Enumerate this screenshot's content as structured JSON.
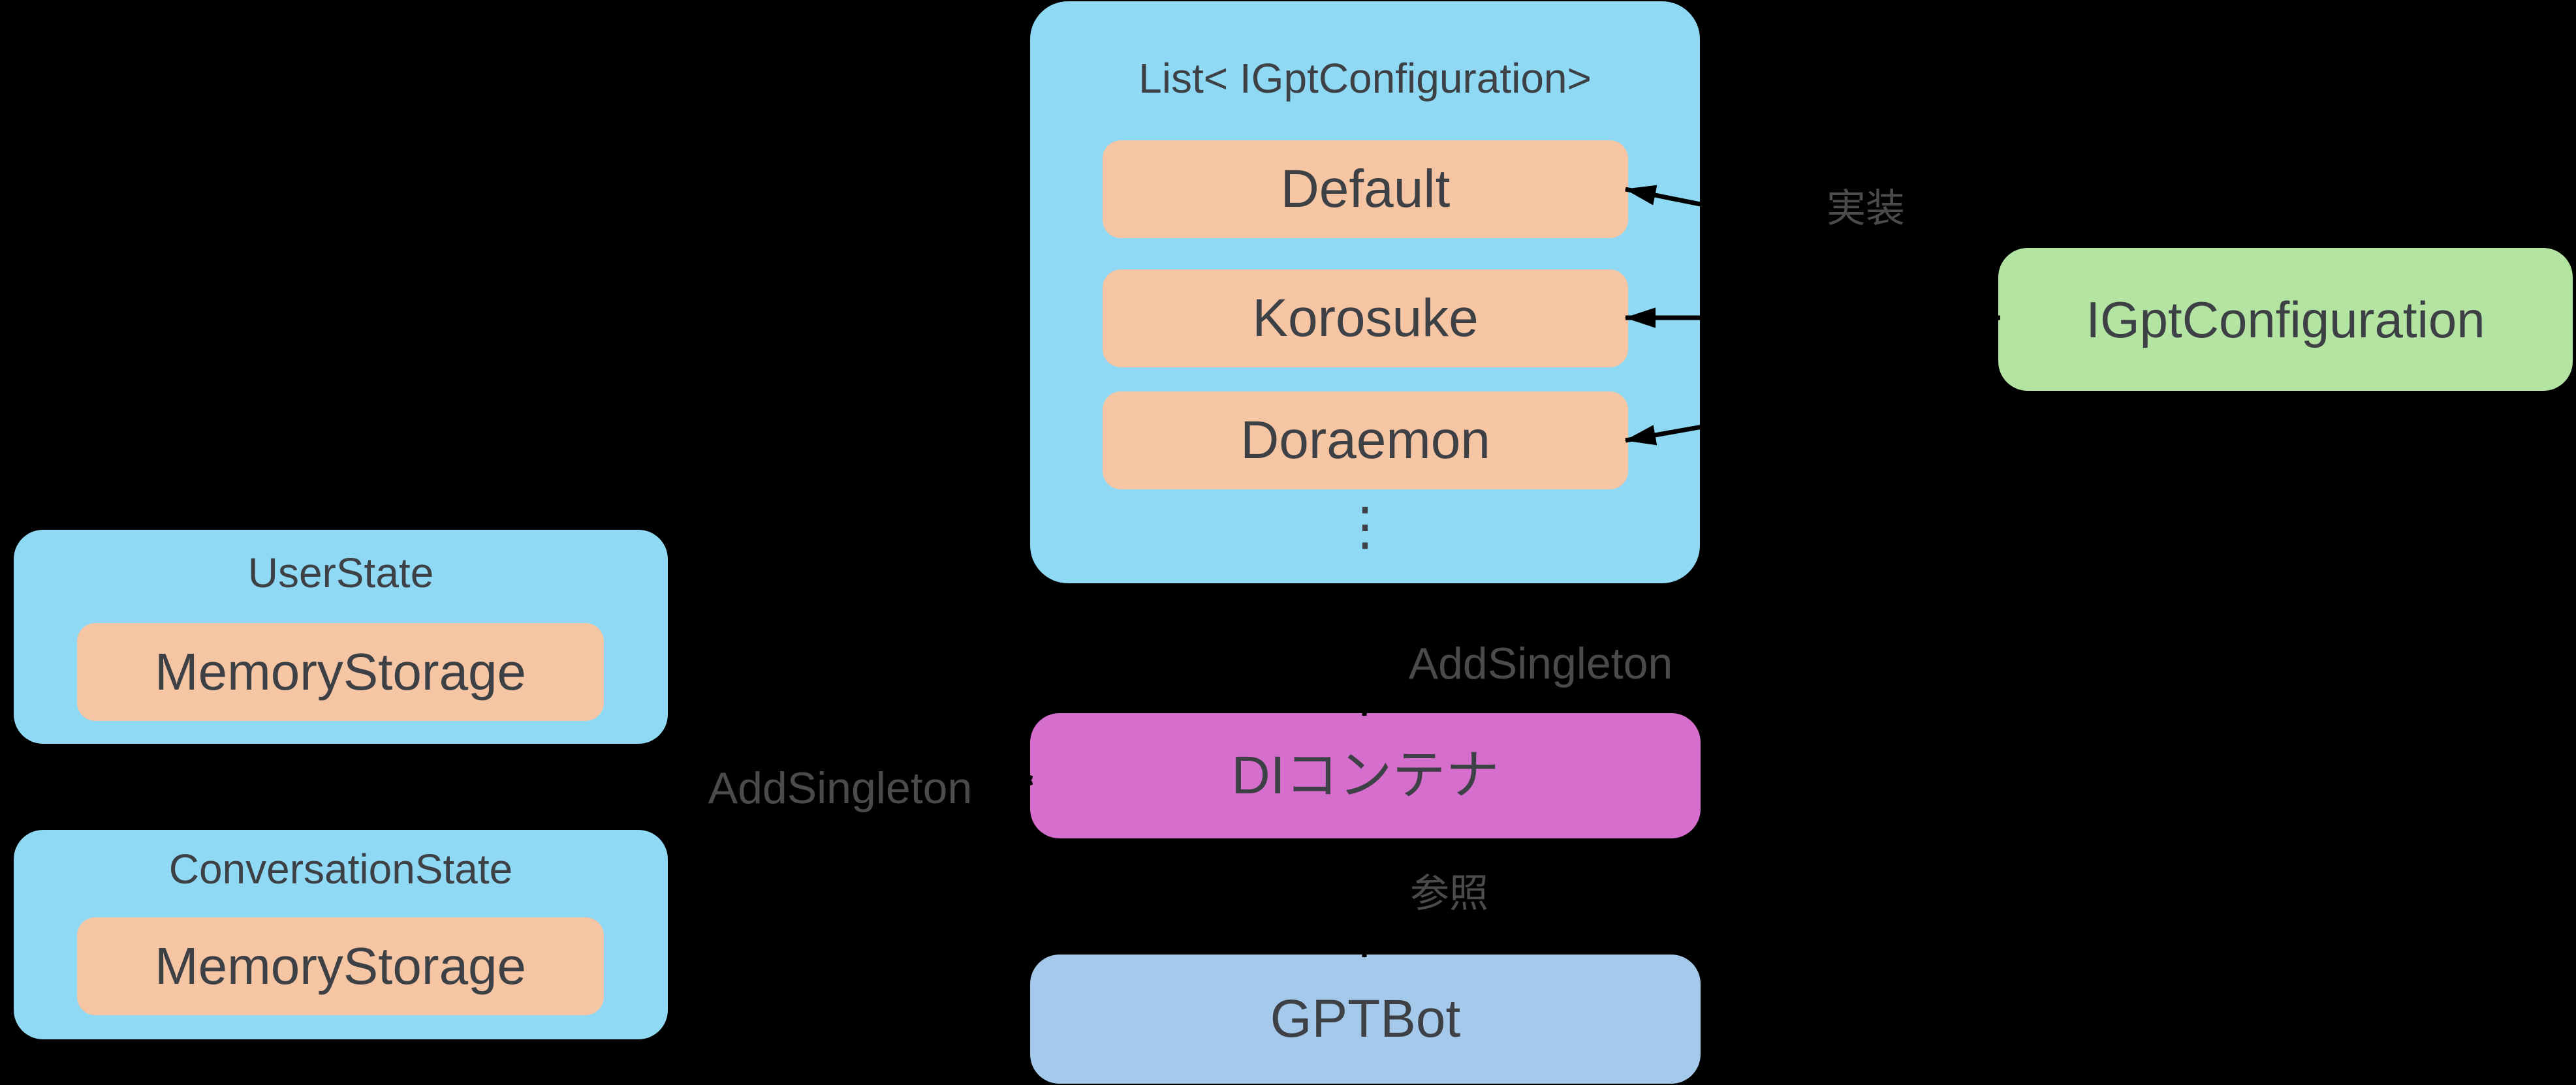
{
  "diagram": {
    "background": "#000000",
    "colors": {
      "container_blue": "#8FD9F4",
      "item_orange": "#F5C5A4",
      "interface_green": "#B4E4A1",
      "di_magenta": "#D56ECC",
      "bot_blue": "#A5C9EB",
      "box_text": "#3D4045",
      "label_text": "#4B4B4B",
      "arrow": "#000000"
    },
    "list_container": {
      "title": "List< IGptConfiguration>",
      "items": [
        "Default",
        "Korosuke",
        "Doraemon"
      ],
      "more_indicator": "⋮"
    },
    "interface_box": {
      "label": "IGptConfiguration"
    },
    "user_state": {
      "title": "UserState",
      "item": "MemoryStorage"
    },
    "conversation_state": {
      "title": "ConversationState",
      "item": "MemoryStorage"
    },
    "di_container": {
      "label": "DIコンテナ"
    },
    "bot": {
      "label": "GPTBot"
    },
    "labels": {
      "implements": "実装",
      "add_singleton_left": "AddSingleton",
      "add_singleton_center": "AddSingleton",
      "reference": "参照"
    }
  }
}
